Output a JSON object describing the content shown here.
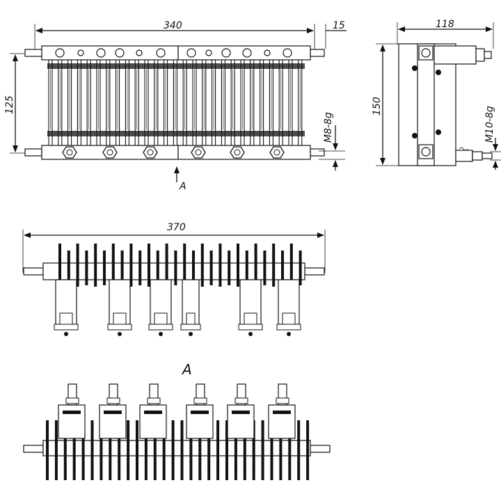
{
  "dimensions": {
    "top_width": "340",
    "terminal_offset": "15",
    "height": "125",
    "thread_small": "M8-8g",
    "side_width": "118",
    "side_height": "150",
    "thread_large": "M10-8g",
    "bottom_width": "370"
  },
  "view_labels": {
    "arrow_label": "А",
    "view_a_label": "А"
  }
}
